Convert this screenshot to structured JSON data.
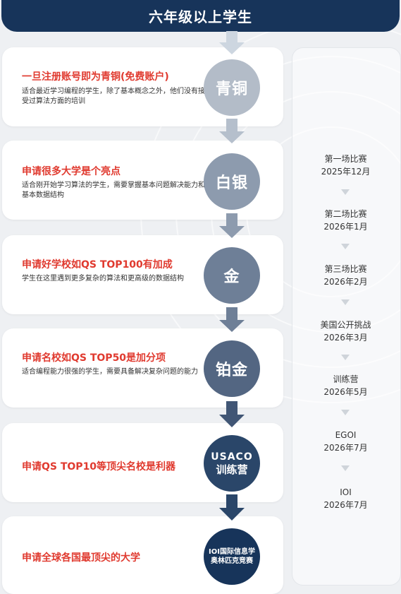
{
  "header": {
    "title": "六年级以上学生"
  },
  "levels": [
    {
      "title": "一旦注册账号即为青铜(免费账户)",
      "desc": "适合最近学习编程的学生，除了基本概念之外，他们没有接受过算法方面的培训",
      "badge": "青铜",
      "badge_color": "#b3bcc8"
    },
    {
      "title": "申请很多大学是个亮点",
      "desc": "适合刚开始学习算法的学生，需要掌握基本问题解决能力和基本数据结构",
      "badge": "白银",
      "badge_color": "#8d9bae"
    },
    {
      "title": "申请好学校如QS TOP100有加成",
      "desc": "学生在这里遇到更多复杂的算法和更高级的数据结构",
      "badge": "金",
      "badge_color": "#6e7f97"
    },
    {
      "title": "申请名校如QS TOP50是加分项",
      "desc": "适合编程能力很强的学生，需要具备解决复杂问题的能力",
      "badge": "铂金",
      "badge_color": "#536682"
    },
    {
      "title": "申请QS TOP10等顶尖名校是利器",
      "desc": "",
      "badge_line1": "USACO",
      "badge_line2": "训练营",
      "badge_color": "#2a4669"
    },
    {
      "title": "申请全球各国最顶尖的大学",
      "desc": "",
      "badge_line1": "IOI国际信息学",
      "badge_line2": "奥林匹克竞赛",
      "badge_color": "#17345a"
    }
  ],
  "timeline": [
    {
      "name": "第一场比赛",
      "date": "2025年12月"
    },
    {
      "name": "第二场比赛",
      "date": "2026年1月"
    },
    {
      "name": "第三场比赛",
      "date": "2026年2月"
    },
    {
      "name": "美国公开挑战",
      "date": "2026年3月"
    },
    {
      "name": "训练营",
      "date": "2026年5月"
    },
    {
      "name": "EGOI",
      "date": "2026年7月"
    },
    {
      "name": "IOI",
      "date": "2026年7月"
    }
  ]
}
